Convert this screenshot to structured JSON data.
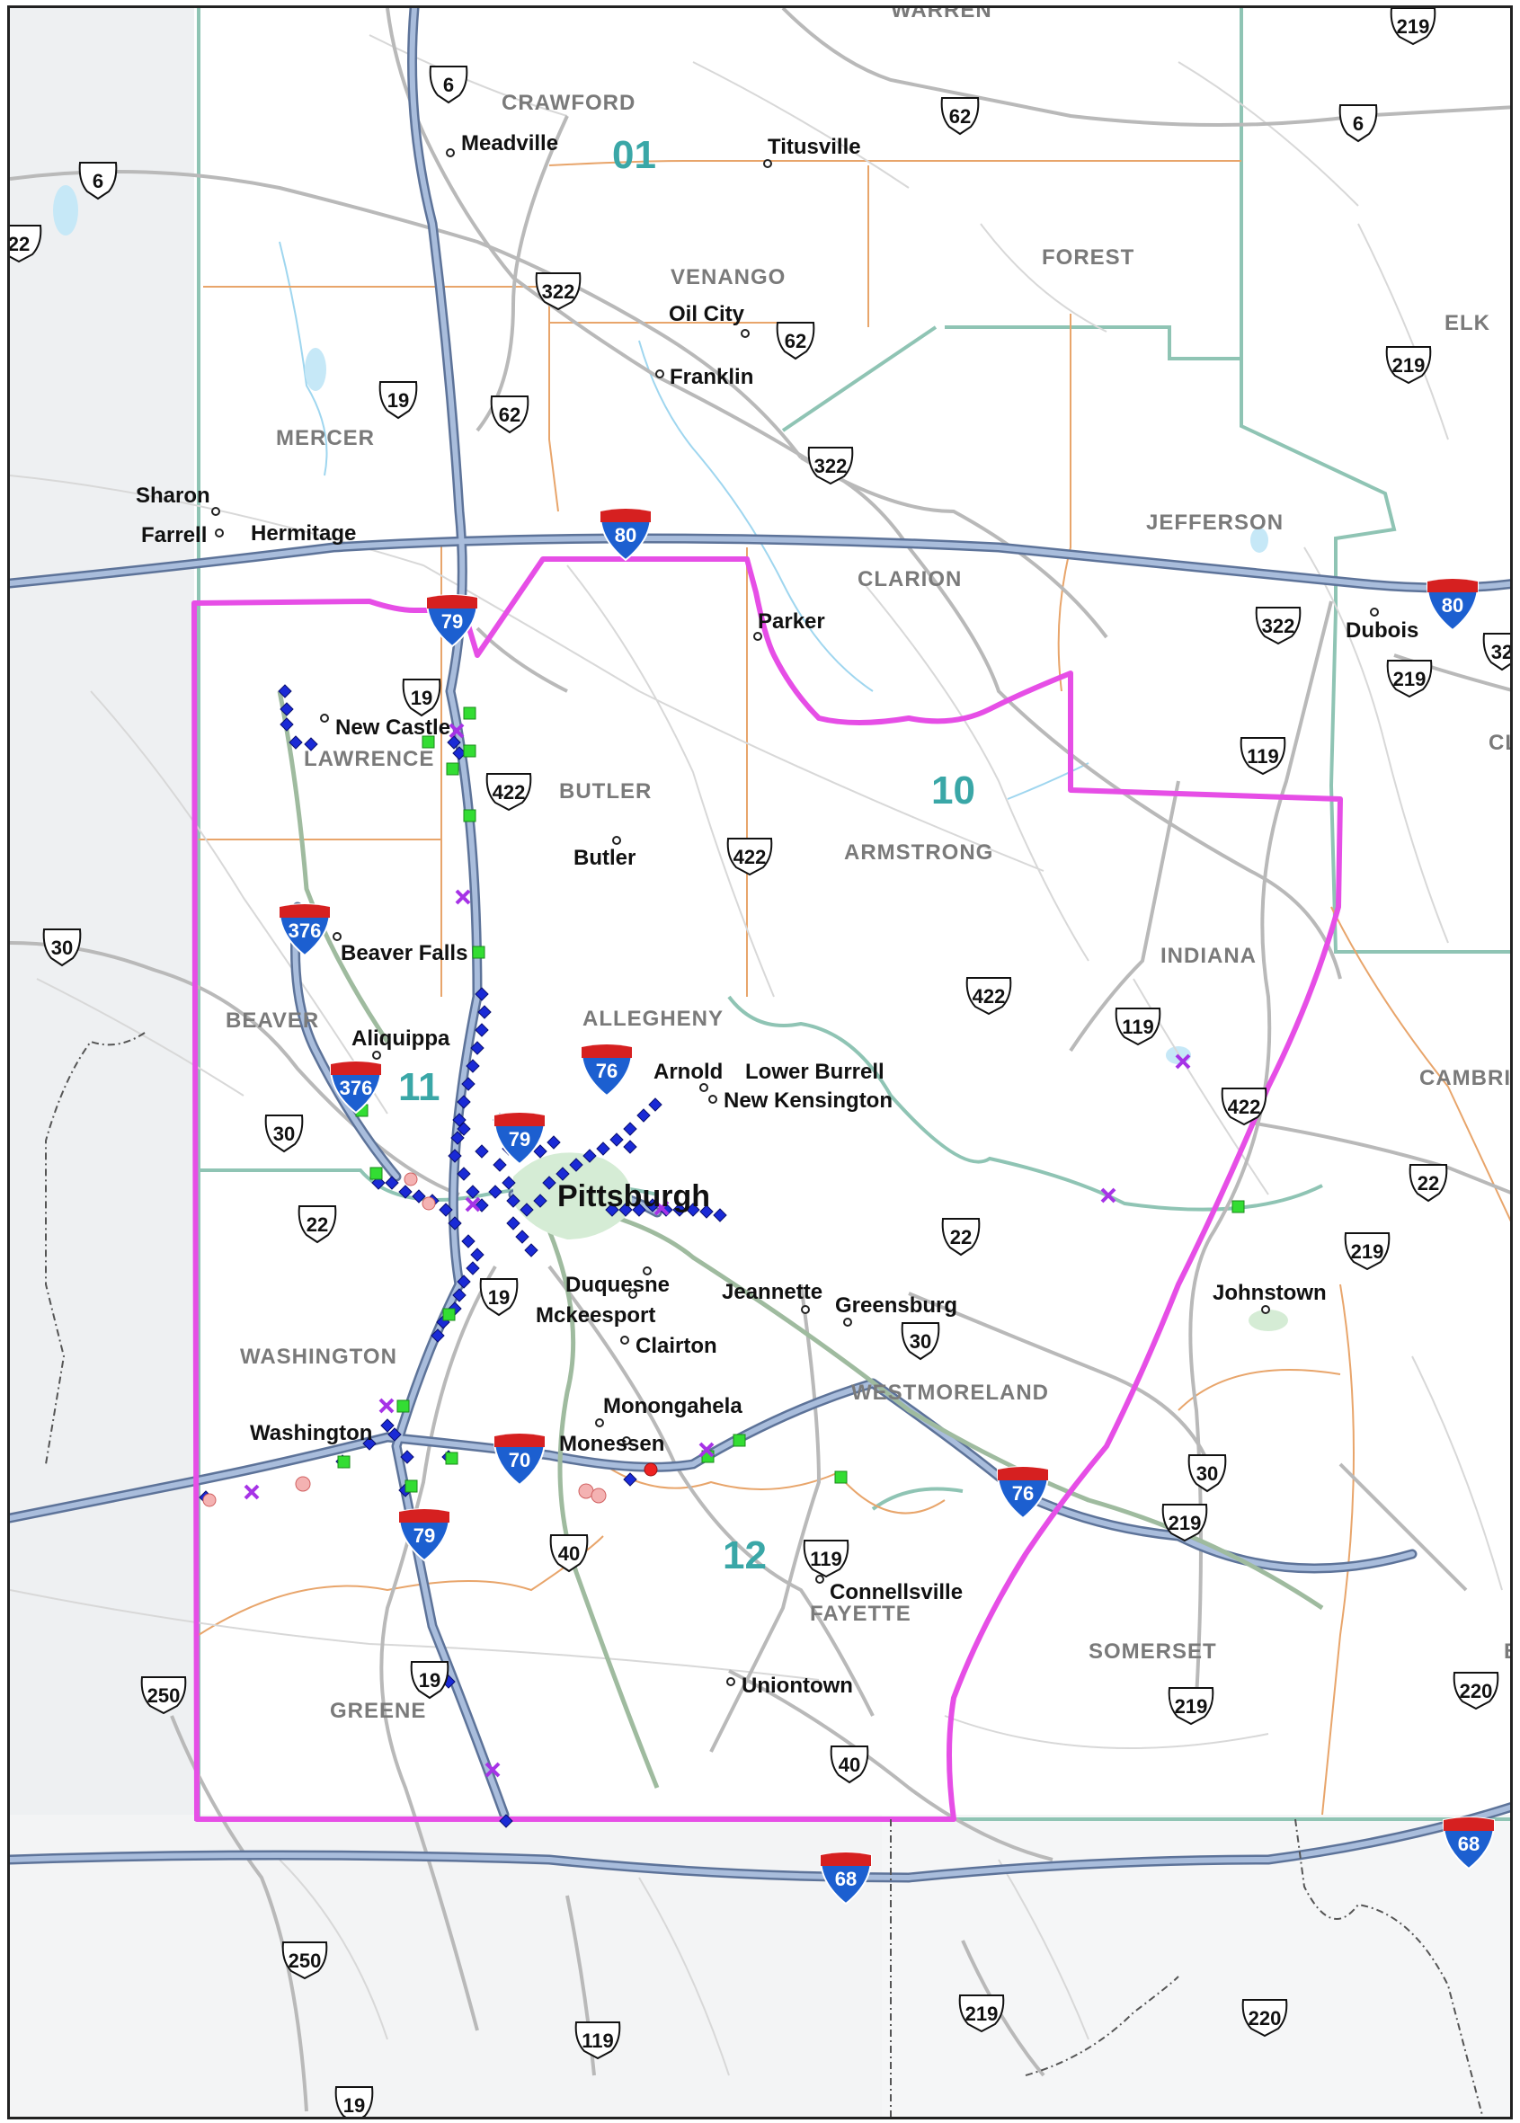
{
  "counties": [
    "WARREN",
    "CRAWFORD",
    "VENANGO",
    "FOREST",
    "ELK",
    "MERCER",
    "JEFFERSON",
    "CLARION",
    "LAWRENCE",
    "BUTLER",
    "ARMSTRONG",
    "INDIANA",
    "BEAVER",
    "ALLEGHENY",
    "CAMBRIA",
    "WASHINGTON",
    "WESTMORELAND",
    "FAYETTE",
    "SOMERSET",
    "GREENE"
  ],
  "cities": [
    "Meadville",
    "Titusville",
    "Oil City",
    "Franklin",
    "Sharon",
    "Farrell",
    "Hermitage",
    "Parker",
    "Dubois",
    "New Castle",
    "Butler",
    "Beaver Falls",
    "Aliquippa",
    "Arnold",
    "Lower Burrell",
    "New Kensington",
    "Pittsburgh",
    "Duquesne",
    "Mckeesport",
    "Jeannette",
    "Greensburg",
    "Johnstown",
    "Clairton",
    "Monongahela",
    "Washington",
    "Monessen",
    "Connellsville",
    "Uniontown"
  ],
  "district_labels": [
    "01",
    "10",
    "11",
    "12"
  ],
  "us_routes": [
    "6",
    "6",
    "62",
    "6",
    "219",
    "6",
    "22",
    "322",
    "62",
    "219",
    "19",
    "62",
    "322",
    "322",
    "219",
    "19",
    "119",
    "422",
    "422",
    "30",
    "422",
    "119",
    "422",
    "30",
    "22",
    "22",
    "22",
    "219",
    "19",
    "30",
    "40",
    "119",
    "30",
    "219",
    "250",
    "19",
    "219",
    "220",
    "40",
    "250",
    "119",
    "219",
    "220",
    "19"
  ],
  "interstates": [
    "80",
    "80",
    "79",
    "376",
    "76",
    "376",
    "79",
    "70",
    "76",
    "79",
    "68",
    "68"
  ],
  "partial_labels": [
    "CL",
    "32",
    "B"
  ],
  "colors": {
    "district_boundary": "#e64ee6",
    "interstate_line": "#8fa6c8",
    "interstate_casing": "#5d7399",
    "us_route_line": "#b9b9b9",
    "county_line": "#e8a56b",
    "state_line": "#8fc4b4",
    "marker_diamond": "#1a2ad6",
    "marker_square": "#33dd33",
    "marker_x": "#a633e6",
    "marker_circle_pink": "#f4b2b2",
    "marker_circle_red": "#ee2222",
    "outside_shade": "#eef0f2"
  }
}
